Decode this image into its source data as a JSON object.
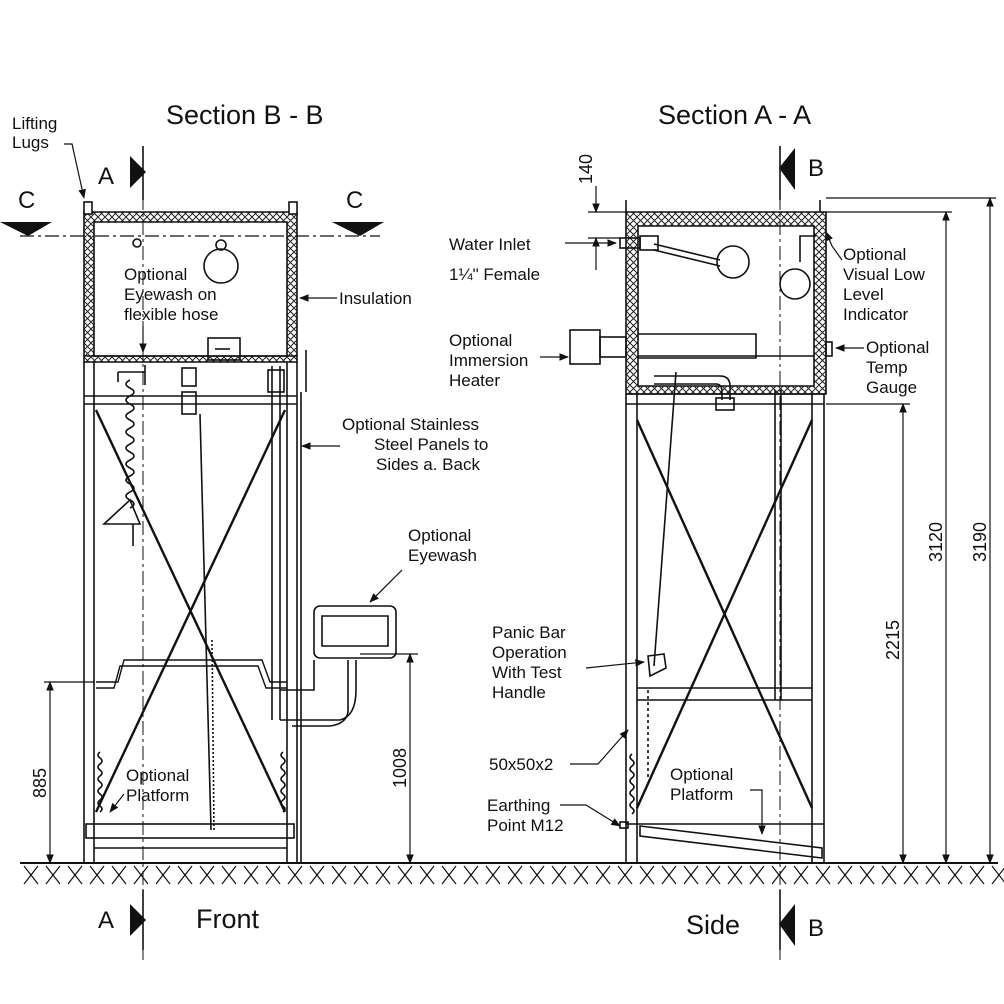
{
  "sections": {
    "left_title": "Section B - B",
    "right_title": "Section A - A",
    "left_view": "Front",
    "right_view": "Side"
  },
  "section_markers": {
    "a_top": "A",
    "a_bottom": "A",
    "b_top": "B",
    "b_bottom": "B",
    "c_left": "C",
    "c_right": "C"
  },
  "labels": {
    "lifting_lugs": [
      "Lifting",
      "Lugs"
    ],
    "eyewash_hose": [
      "Optional",
      "Eyewash on",
      "flexible hose"
    ],
    "insulation": "Insulation",
    "stainless_panels": [
      "Optional Stainless",
      "Steel Panels to",
      "Sides a. Back"
    ],
    "optional_eyewash": [
      "Optional",
      "Eyewash"
    ],
    "platform_left": [
      "Optional",
      "Platform"
    ],
    "water_inlet": [
      "Water Inlet",
      "1¼\" Female"
    ],
    "immersion_heater": [
      "Optional",
      "Immersion",
      "Heater"
    ],
    "visual_low_level": [
      "Optional",
      "Visual Low",
      "Level",
      "Indicator"
    ],
    "temp_gauge": [
      "Optional",
      "Temp",
      "Gauge"
    ],
    "panic_bar": [
      "Panic Bar",
      "Operation",
      "With Test",
      "Handle"
    ],
    "tube_size": "50x50x2",
    "earthing": [
      "Earthing",
      "Point M12"
    ],
    "platform_right": [
      "Optional",
      "Platform"
    ]
  },
  "dimensions": {
    "d140": "140",
    "d885": "885",
    "d1008": "1008",
    "d2215": "2215",
    "d3120": "3120",
    "d3190": "3190"
  }
}
